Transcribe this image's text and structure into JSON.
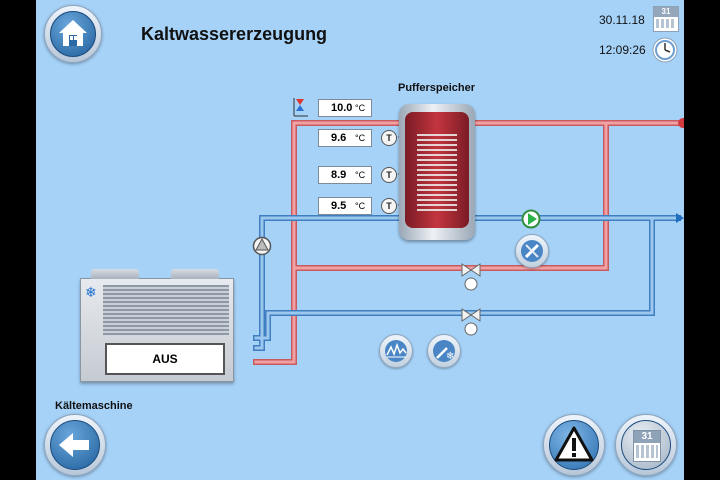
{
  "header": {
    "title": "Kaltwassererzeugung",
    "date": "30.11.18",
    "time": "12:09:26",
    "calendar_day": "31"
  },
  "tank": {
    "label": "Pufferspeicher",
    "setpoint": {
      "value": "10.0",
      "unit": "°C"
    },
    "sensors": [
      {
        "value": "9.6",
        "unit": "°C",
        "symbol": "T"
      },
      {
        "value": "8.9",
        "unit": "°C",
        "symbol": "T"
      },
      {
        "value": "9.5",
        "unit": "°C",
        "symbol": "T"
      }
    ]
  },
  "chiller": {
    "label": "Kältemaschine",
    "status": "AUS"
  },
  "footer": {
    "calendar_day": "31"
  },
  "colors": {
    "background": "#a6d2f8",
    "pipe_hot": "#e8666a",
    "pipe_cold": "#4f8ed1",
    "pump": "#2bb34a"
  },
  "icons": [
    "home-icon",
    "calendar-icon",
    "clock-icon",
    "back-arrow-icon",
    "warning-icon",
    "pump-icon",
    "valve-icon",
    "snowflake-icon",
    "chart-icon",
    "tools-icon"
  ]
}
